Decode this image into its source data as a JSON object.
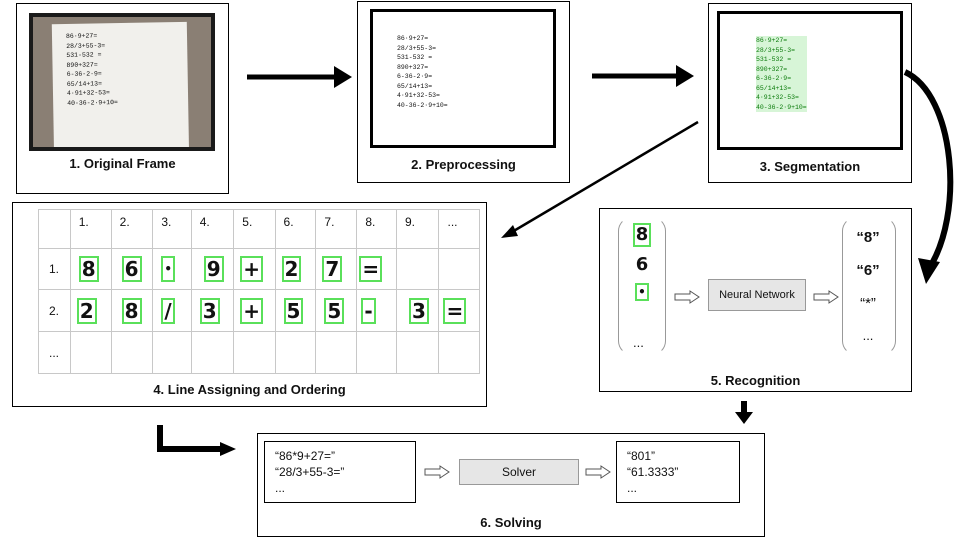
{
  "steps": {
    "original": "1. Original Frame",
    "preprocessing": "2. Preprocessing",
    "segmentation": "3. Segmentation",
    "line_assigning": "4. Line Assigning and Ordering",
    "recognition": "5. Recognition",
    "solving": "6. Solving"
  },
  "handwritten_lines": [
    "86·9+27=",
    "28/3+55-3=",
    "531-532 =",
    "890+327=",
    "6-36-2·9=",
    "65/14+13=",
    "4·91+32-53=",
    "40-36-2·9+10="
  ],
  "grid": {
    "columns": [
      "1.",
      "2.",
      "3.",
      "4.",
      "5.",
      "6.",
      "7.",
      "8.",
      "9.",
      "..."
    ],
    "rows": [
      {
        "label": "1.",
        "symbols": [
          "8",
          "6",
          "•",
          "9",
          "+",
          "2",
          "7",
          "="
        ]
      },
      {
        "label": "2.",
        "symbols": [
          "2",
          "8",
          "/",
          "3",
          "+",
          "5",
          "5",
          "-",
          "3",
          "="
        ]
      },
      {
        "label": "...",
        "symbols": []
      }
    ]
  },
  "recognition": {
    "input_symbols": [
      "8",
      "6",
      "•"
    ],
    "input_more": "...",
    "network_label": "Neural Network",
    "outputs": [
      "“8”",
      "“6”",
      "“*”"
    ],
    "output_more": "..."
  },
  "solving": {
    "expressions": [
      "“86*9+27=”",
      "“28/3+55-3=”",
      "..."
    ],
    "solver_label": "Solver",
    "results": [
      "“801”",
      "“61.3333”",
      "..."
    ]
  },
  "colors": {
    "segmentation": "#1fc81f",
    "arrow": "#000000",
    "box_fill": "#e6e6e6"
  }
}
